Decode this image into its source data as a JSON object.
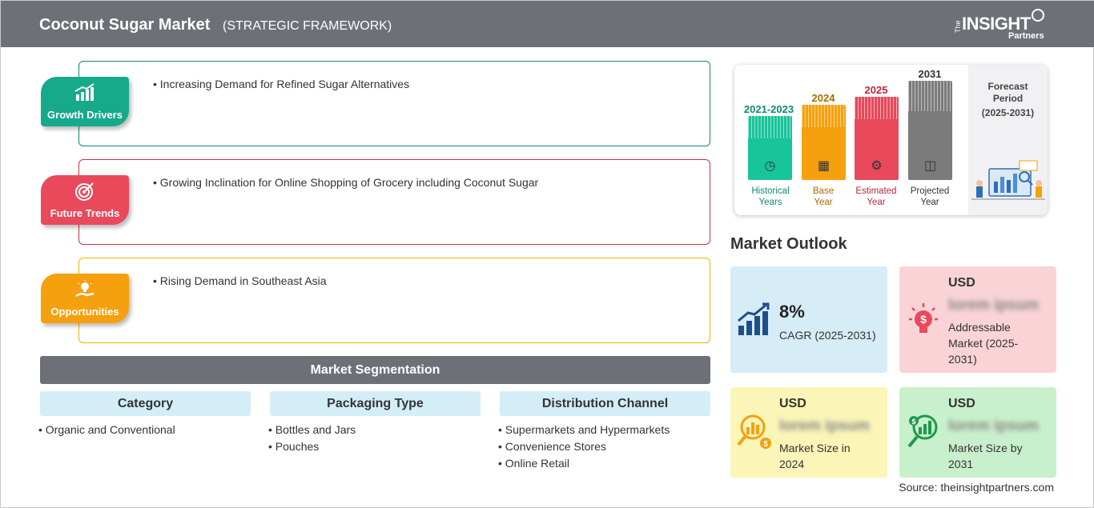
{
  "header": {
    "title": "Coconut Sugar Market",
    "subtitle": "(STRATEGIC FRAMEWORK)",
    "logo": {
      "the": "The",
      "insight": "INSIGHT",
      "partners": "Partners"
    }
  },
  "framework": [
    {
      "label": "Growth Drivers",
      "icon": "growth-chart-icon",
      "color": "#16a98a",
      "border": "#0f8a6e",
      "text": "Increasing Demand for Refined Sugar Alternatives"
    },
    {
      "label": "Future Trends",
      "icon": "target-icon",
      "color": "#e8495b",
      "border": "#c73347",
      "text": "Growing Inclination for Online Shopping of Grocery including Coconut Sugar"
    },
    {
      "label": "Opportunities",
      "icon": "lightbulb-hand-icon",
      "color": "#f6a00e",
      "border": "#f0b400",
      "text": "Rising Demand in Southeast Asia"
    }
  ],
  "segmentation": {
    "title": "Market Segmentation",
    "columns": [
      {
        "heading": "Category",
        "items": [
          "Organic and Conventional"
        ]
      },
      {
        "heading": "Packaging Type",
        "items": [
          "Bottles and Jars",
          "Pouches"
        ]
      },
      {
        "heading": "Distribution Channel",
        "items": [
          "Supermarkets and Hypermarkets",
          "Convenience Stores",
          "Online Retail"
        ]
      }
    ]
  },
  "timeline": {
    "bars": [
      {
        "year": "2021-2023",
        "caption": [
          "Historical",
          "Years"
        ],
        "color": "#18c49a",
        "text_color": "#0f8a6e",
        "icon": "history-icon"
      },
      {
        "year": "2024",
        "caption": [
          "Base",
          "Year"
        ],
        "color": "#f6a00e",
        "text_color": "#a86a00",
        "icon": "calendar-icon"
      },
      {
        "year": "2025",
        "caption": [
          "Estimated",
          "Year"
        ],
        "color": "#e8495b",
        "text_color": "#b8283b",
        "icon": "gears-icon"
      },
      {
        "year": "2031",
        "caption": [
          "Projected",
          "Year"
        ],
        "color": "#7b7b7b",
        "text_color": "#333333",
        "icon": "presentation-icon"
      }
    ],
    "forecast": {
      "line1": "Forecast",
      "line2": "Period",
      "line3": "(2025-2031)"
    }
  },
  "outlook": {
    "title": "Market Outlook",
    "cagr": {
      "value": "8%",
      "label": "CAGR (2025-2031)",
      "bg": "#d6ecf7"
    },
    "addressable": {
      "currency": "USD",
      "value": "lorem ipsum",
      "label": "Addressable Market (2025-2031)",
      "bg": "#f9d3d6"
    },
    "size2024": {
      "currency": "USD",
      "value": "lorem ipsum",
      "label": "Market Size in 2024",
      "bg": "#fbf5b8"
    },
    "size2031": {
      "currency": "USD",
      "value": "lorem ipsum",
      "label": "Market Size by 2031",
      "bg": "#c9f0cc"
    }
  },
  "source": "Source: theinsightpartners.com"
}
